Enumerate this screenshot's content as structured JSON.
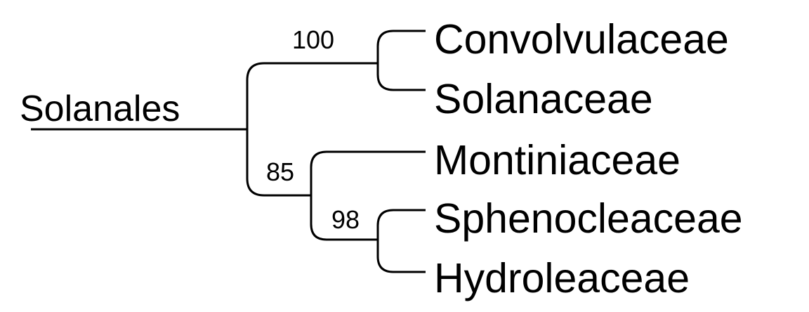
{
  "clade": {
    "name": "Solanales"
  },
  "support_values": {
    "convolvulaceae_solanaceae": "100",
    "montiniaceae_group": "85",
    "sphenocleaceae_hydroleaceae": "98"
  },
  "taxa": [
    "Convolvulaceae",
    "Solanaceae",
    "Montiniaceae",
    "Sphenocleaceae",
    "Hydroleaceae"
  ],
  "colors": {
    "line": "#000000",
    "text": "#000000",
    "background": "#ffffff"
  }
}
